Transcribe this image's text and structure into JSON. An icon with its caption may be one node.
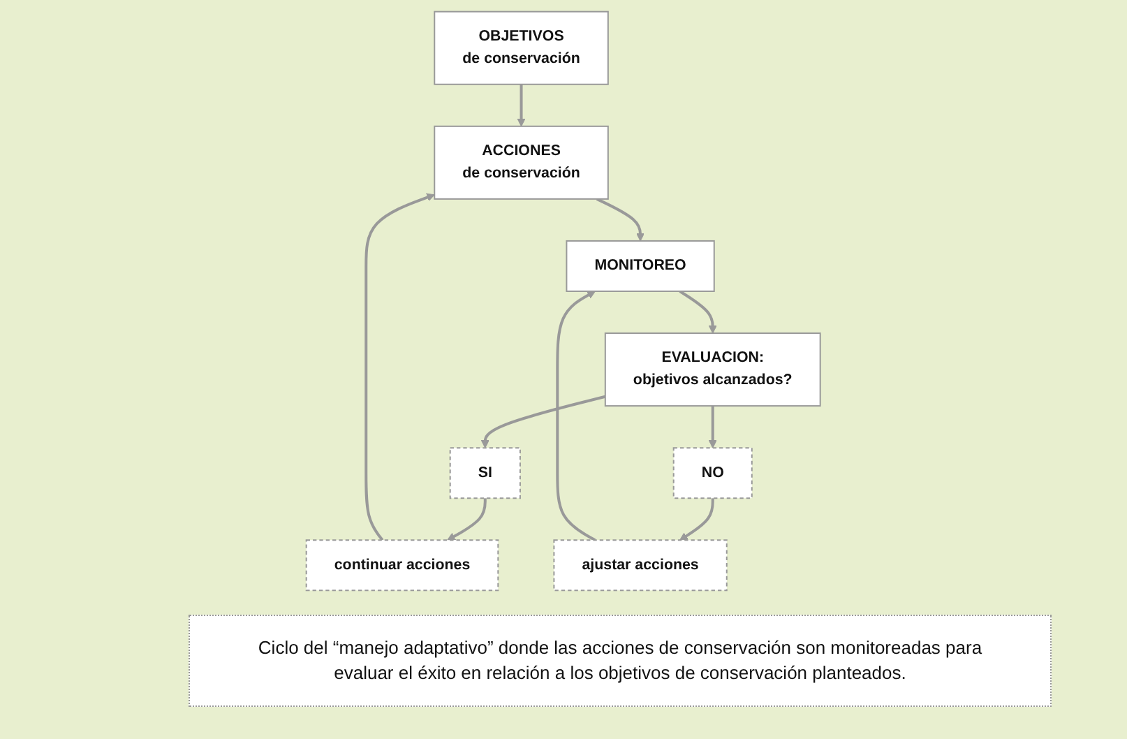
{
  "diagram": {
    "caption": "Ciclo del “manejo adaptativo” donde las acciones de conservación son monitoreadas para evaluar el éxito en relación a los objetivos de conservación planteados.",
    "nodes": [
      {
        "text": [
          "ACCIONES",
          "de conservación"
        ]
      },
      {
        "text": [
          "OBJETIVOS",
          "de conservación"
        ]
      },
      {
        "text": [
          "MONITOREO"
        ]
      },
      {
        "text": [
          "continuar acciones"
        ]
      },
      {
        "text": [
          "EVALUACION:",
          "objetivos alcanzados?"
        ]
      },
      {
        "text": [
          "SI"
        ]
      },
      {
        "text": [
          "NO"
        ]
      },
      {
        "text": [
          "ajustar acciones"
        ]
      }
    ],
    "edges": [
      {
        "from": 1,
        "to": 0,
        "arrow": "to"
      },
      {
        "from": 0,
        "to": 2,
        "arrow": "to"
      },
      {
        "from": 2,
        "to": 4,
        "arrow": "to"
      },
      {
        "from": 4,
        "to": 5,
        "arrow": "to"
      },
      {
        "from": 4,
        "to": 6,
        "arrow": "to"
      },
      {
        "from": 5,
        "to": 3,
        "arrow": "to"
      },
      {
        "from": 3,
        "to": 0,
        "arrow": "to"
      },
      {
        "from": 6,
        "to": 7,
        "arrow": "to"
      },
      {
        "from": 7,
        "to": 2,
        "arrow": "to"
      }
    ]
  }
}
